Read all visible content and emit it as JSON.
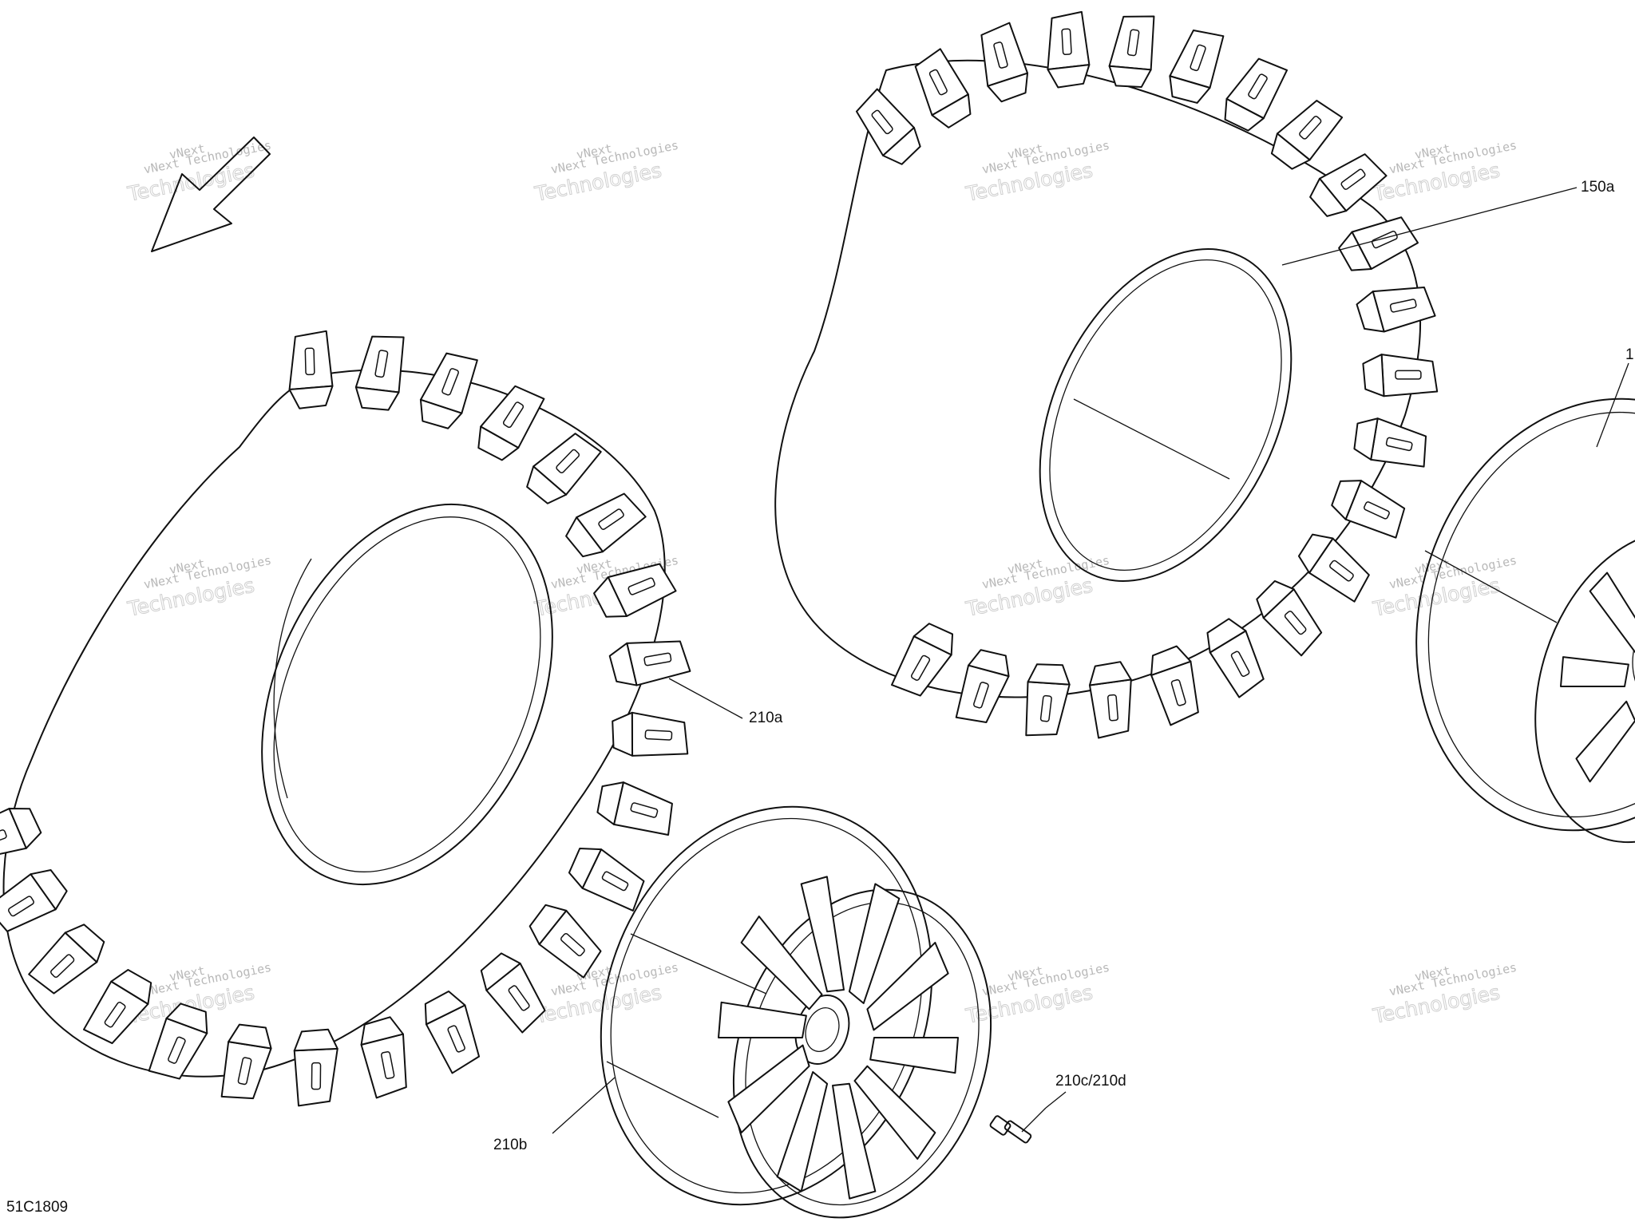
{
  "diagram": {
    "drawing_number": "51C1809",
    "callouts": {
      "rear_tire": "150a",
      "rear_wheel": "1",
      "front_tire": "210a",
      "front_wheel": "210b",
      "valve": "210c/210d"
    },
    "watermark": {
      "line1": "vNext Technologies",
      "line2": "vNext Technologies",
      "big": "Technologies",
      "big_prefix": "vNext"
    },
    "colors": {
      "ink": "#111111",
      "watermark": "#bdbdbd",
      "background": "#ffffff"
    }
  }
}
